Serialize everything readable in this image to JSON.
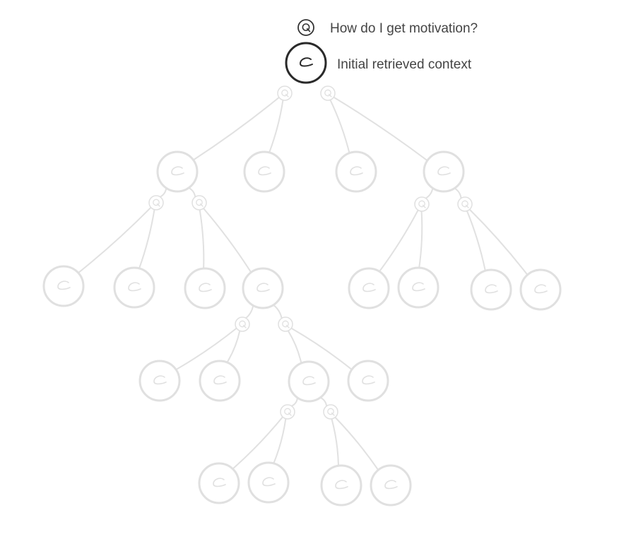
{
  "legend": {
    "query_label": "How do I get motivation?",
    "context_label": "Initial retrieved context",
    "query_icon_letter": "Q",
    "context_icon_letter": "C"
  },
  "colors": {
    "faded": "#e0e0e0",
    "dark": "#2a2a2a",
    "text": "#444444"
  },
  "tree": {
    "node_types": [
      "query",
      "context"
    ],
    "children": {
      "q-root-left": [
        "c-l1-1",
        "c-l1-2"
      ],
      "q-root-right": [
        "c-l1-3",
        "c-l1-4"
      ],
      "c-l1-1": [
        "q-l2-1",
        "q-l2-2"
      ],
      "q-l2-1": [
        "c-l3-1",
        "c-l3-2"
      ],
      "q-l2-2": [
        "c-l3-3",
        "c-l3-4"
      ],
      "c-l1-4": [
        "q-l2-3",
        "q-l2-4"
      ],
      "q-l2-3": [
        "c-l3-5",
        "c-l3-6"
      ],
      "q-l2-4": [
        "c-l3-7",
        "c-l3-8"
      ],
      "c-l3-4": [
        "q-l4-1",
        "q-l4-2"
      ],
      "q-l4-1": [
        "c-l5-1",
        "c-l5-2"
      ],
      "q-l4-2": [
        "c-l5-3",
        "c-l5-4"
      ],
      "c-l5-3": [
        "q-l6-1",
        "q-l6-2"
      ],
      "q-l6-1": [
        "c-l7-1",
        "c-l7-2"
      ],
      "q-l6-2": [
        "c-l7-3",
        "c-l7-4"
      ]
    }
  }
}
